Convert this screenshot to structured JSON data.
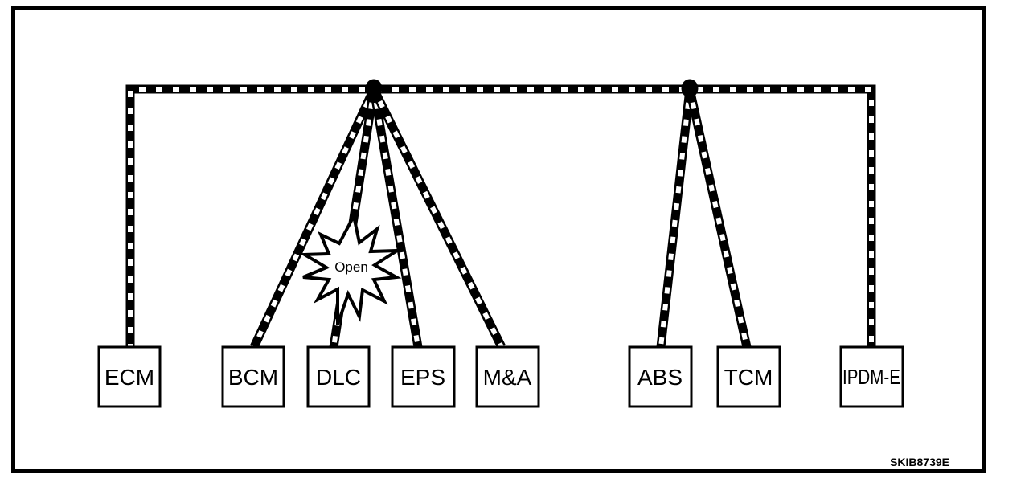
{
  "diagram": {
    "open_label": "Open",
    "caption": "SKIB8739E",
    "nodes": [
      {
        "id": "ecm",
        "label": "ECM"
      },
      {
        "id": "bcm",
        "label": "BCM"
      },
      {
        "id": "dlc",
        "label": "DLC"
      },
      {
        "id": "eps",
        "label": "EPS"
      },
      {
        "id": "ma",
        "label": "M&A"
      },
      {
        "id": "abs",
        "label": "ABS"
      },
      {
        "id": "tcm",
        "label": "TCM"
      },
      {
        "id": "ipdm",
        "label": "IPDM-E"
      }
    ],
    "colors": {
      "line": "#000000",
      "background": "#ffffff"
    }
  }
}
